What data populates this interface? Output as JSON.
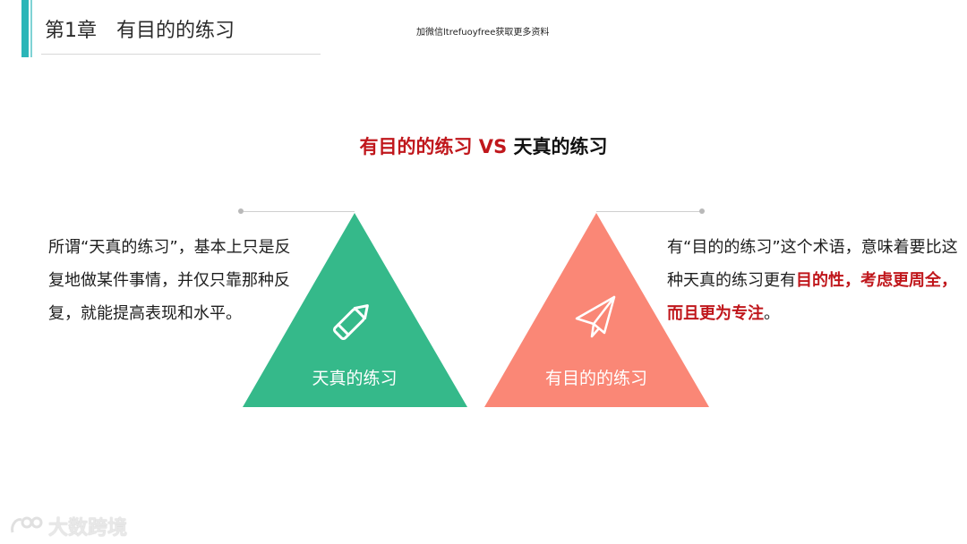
{
  "header": {
    "chapter_title": "第1章　有目的的练习",
    "watermark": "加微信ltrefuoyfree获取更多资料"
  },
  "heading": {
    "part1": "有目的的练习",
    "vs": " VS ",
    "part2": "天真的练习"
  },
  "left": {
    "text": "所谓“天真的练习”，基本上只是反复地做某件事情，并仅只靠那种反复，就能提高表现和水平。"
  },
  "right": {
    "text_before": "有“目的的练习”这个术语，意味着要比这种天真的练习更有",
    "emphasis": "目的性，考虑更周全，而且更为专注",
    "text_after": "。"
  },
  "triangles": [
    {
      "label": "天真的练习",
      "color": "#35b98a",
      "icon": "pencil-icon"
    },
    {
      "label": "有目的的练习",
      "color": "#fa8776",
      "icon": "paper-plane-icon"
    }
  ],
  "logo": {
    "text": "大数跨境",
    "icon": "logo-icon"
  },
  "colors": {
    "accent": "#2bb5b8",
    "heading_red": "#c0171c",
    "green": "#35b98a",
    "coral": "#fa8776"
  }
}
